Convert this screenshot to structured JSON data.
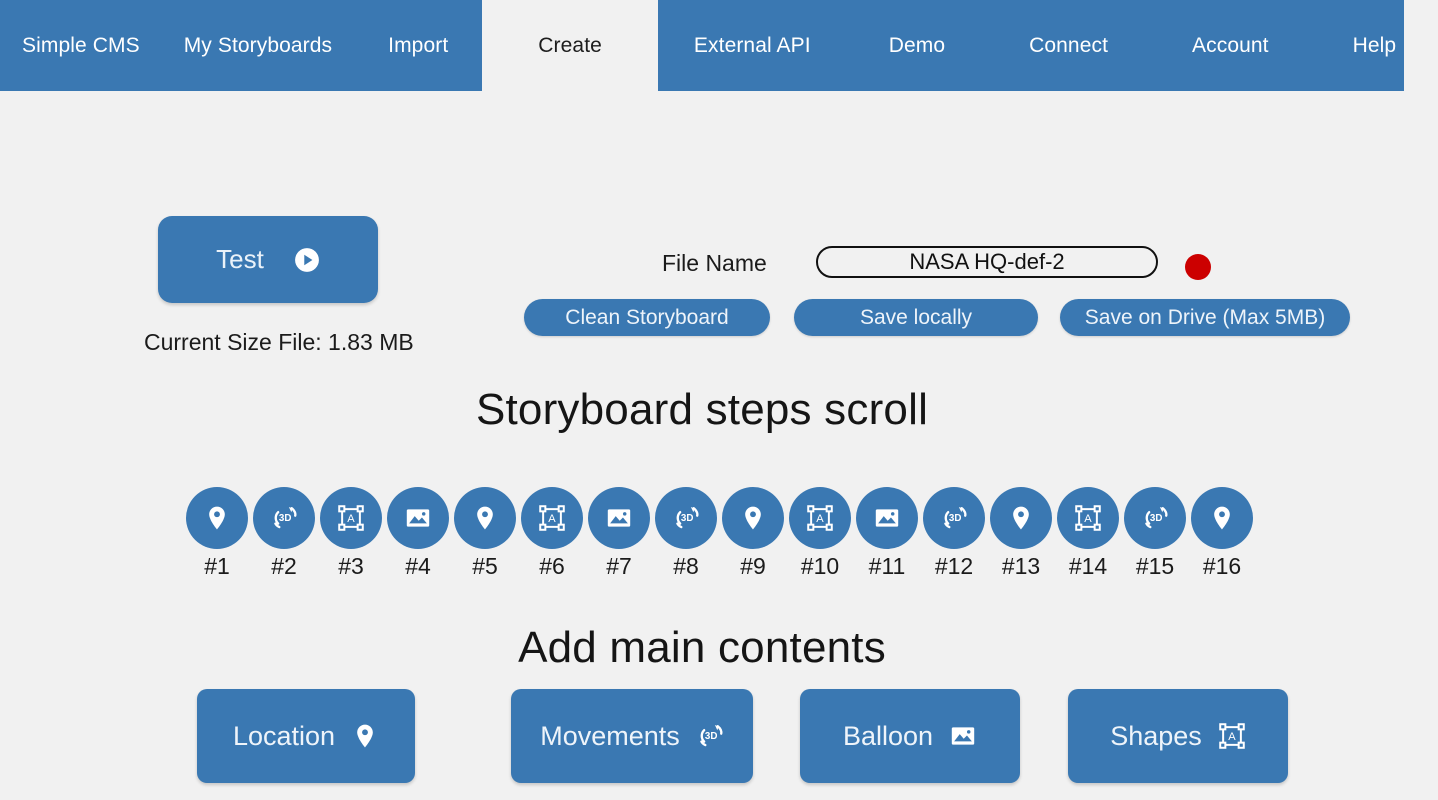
{
  "nav": {
    "items": [
      {
        "label": "Simple CMS",
        "name": "nav-simple-cms",
        "active": false
      },
      {
        "label": "My Storyboards",
        "name": "nav-my-storyboards",
        "active": false
      },
      {
        "label": "Import",
        "name": "nav-import",
        "active": false
      },
      {
        "label": "Create",
        "name": "nav-create",
        "active": true
      },
      {
        "label": "External API",
        "name": "nav-external-api",
        "active": false
      },
      {
        "label": "Demo",
        "name": "nav-demo",
        "active": false
      },
      {
        "label": "Connect",
        "name": "nav-connect",
        "active": false
      },
      {
        "label": "Account",
        "name": "nav-account",
        "active": false
      },
      {
        "label": "Help",
        "name": "nav-help",
        "active": false
      }
    ]
  },
  "toolbar": {
    "test_label": "Test",
    "test_icon": "play-icon",
    "size_label": "Current Size File:  1.83 MB",
    "filename_label": "File Name",
    "filename_value": "NASA HQ-def-2",
    "filename_placeholder": "File name",
    "status_dot_color": "#cc0000",
    "clean_label": "Clean Storyboard",
    "save_local_label": "Save locally",
    "save_drive_label": "Save on Drive (Max 5MB)"
  },
  "steps_section": {
    "title": "Storyboard steps scroll",
    "steps": [
      {
        "num": "#1",
        "icon": "location-pin-icon"
      },
      {
        "num": "#2",
        "icon": "movement-3d-icon"
      },
      {
        "num": "#3",
        "icon": "shapes-icon"
      },
      {
        "num": "#4",
        "icon": "balloon-image-icon"
      },
      {
        "num": "#5",
        "icon": "location-pin-icon"
      },
      {
        "num": "#6",
        "icon": "shapes-icon"
      },
      {
        "num": "#7",
        "icon": "balloon-image-icon"
      },
      {
        "num": "#8",
        "icon": "movement-3d-icon"
      },
      {
        "num": "#9",
        "icon": "location-pin-icon"
      },
      {
        "num": "#10",
        "icon": "shapes-icon"
      },
      {
        "num": "#11",
        "icon": "balloon-image-icon"
      },
      {
        "num": "#12",
        "icon": "movement-3d-icon"
      },
      {
        "num": "#13",
        "icon": "location-pin-icon"
      },
      {
        "num": "#14",
        "icon": "shapes-icon"
      },
      {
        "num": "#15",
        "icon": "movement-3d-icon"
      },
      {
        "num": "#16",
        "icon": "location-pin-icon"
      }
    ]
  },
  "contents_section": {
    "title": "Add main contents",
    "buttons": [
      {
        "label": "Location",
        "icon": "location-pin-icon"
      },
      {
        "label": "Movements",
        "icon": "movement-3d-icon"
      },
      {
        "label": "Balloon",
        "icon": "balloon-image-icon"
      },
      {
        "label": "Shapes",
        "icon": "shapes-icon"
      }
    ]
  },
  "colors": {
    "brand_blue": "#3a78b2",
    "page_background": "#f1f1f1",
    "status_red": "#cc0000",
    "text_dark": "#1b1b1b"
  }
}
